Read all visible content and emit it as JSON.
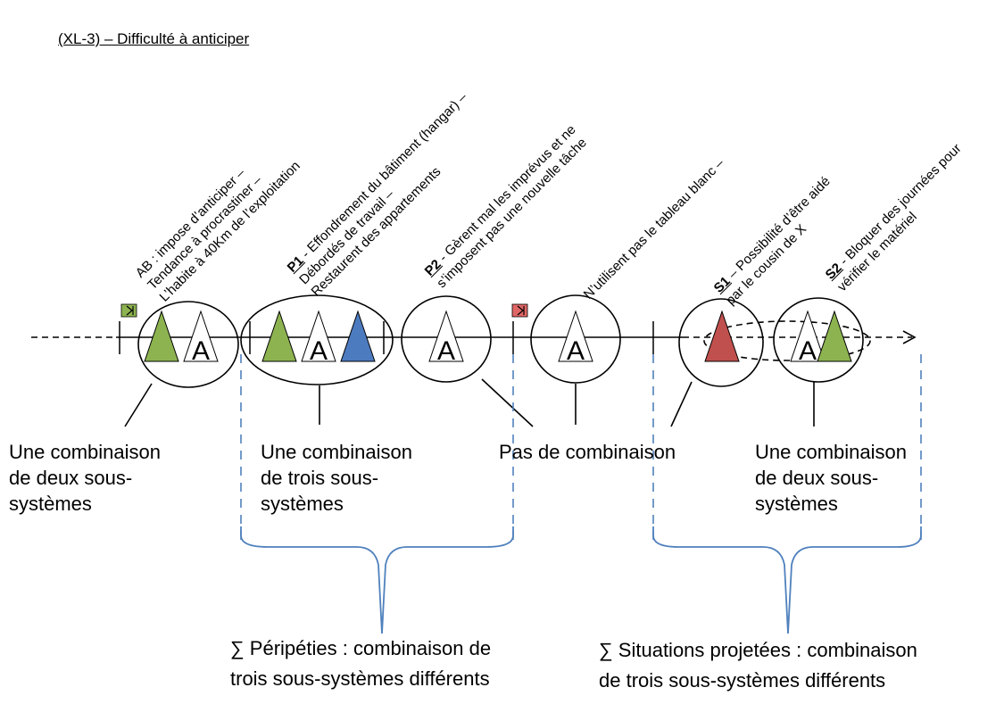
{
  "title": "(XL-3) – Difficulté à anticiper",
  "events": [
    {
      "lines": [
        {
          "code": "",
          "text": "AB : impose d’anticiper –"
        },
        {
          "code": "",
          "text": "Tendance à procrastiner –"
        },
        {
          "code": "",
          "text": "L’habite à 40Km de l’exploitation"
        }
      ]
    },
    {
      "lines": [
        {
          "code": "P1",
          "text": " - Effondrement du bâtiment (hangar) –"
        },
        {
          "code": "",
          "text": "Débordés de travail –"
        },
        {
          "code": "",
          "text": "Restaurent des appartements"
        }
      ]
    },
    {
      "lines": [
        {
          "code": "P2",
          "text": " - Gèrent mal les imprévus et ne"
        },
        {
          "code": "",
          "text": "s’imposent pas une nouvelle tâche"
        }
      ]
    },
    {
      "lines": [
        {
          "code": "",
          "text": "N’utilisent pas le tableau blanc –"
        }
      ]
    },
    {
      "lines": [
        {
          "code": "S1",
          "text": " – Possibilité d’être aidé"
        },
        {
          "code": "",
          "text": "par le cousin de X"
        }
      ]
    },
    {
      "lines": [
        {
          "code": "S2",
          "text": " - Bloquer des journées pour"
        },
        {
          "code": "",
          "text": "vérifier le matériel"
        }
      ]
    }
  ],
  "subsystem_letter": "A",
  "labels": {
    "two_a": [
      "Une combinaison",
      "de deux sous-",
      "systèmes"
    ],
    "three": [
      "Une combinaison",
      "de trois sous-",
      "systèmes"
    ],
    "none": [
      "Pas de combinaison"
    ],
    "two_b": [
      "Une combinaison",
      "de deux sous-",
      "systèmes"
    ]
  },
  "summaries": {
    "peripeties": [
      "∑ Péripéties : combinaison de",
      "trois sous-systèmes  différents"
    ],
    "situations": [
      "∑ Situations projetées : combinaison",
      "de trois sous-systèmes  différents"
    ]
  },
  "colors": {
    "green": "#8db350",
    "blue": "#4d7bbf",
    "red": "#c0504d",
    "brace": "#4f81bd",
    "start_flag": "#8db350",
    "end_flag": "#e06666"
  }
}
